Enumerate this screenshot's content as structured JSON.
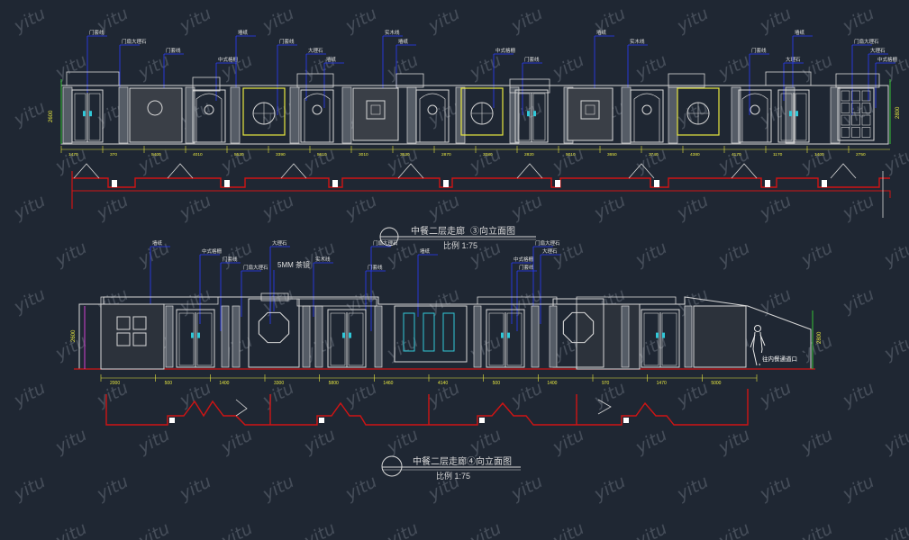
{
  "colors": {
    "background": "#1f2733",
    "line": "#d8d8d8",
    "plan": "#d01414",
    "dimension": "#e8e840",
    "leader": "#2a3cff",
    "callout_text": "#e0e0e0",
    "green": "#36c236",
    "magenta": "#d040d0",
    "cyan": "#30c8d8",
    "panel_fill": "#555c66"
  },
  "watermark": "yitu",
  "elevation_1": {
    "title": "中餐二层走廊",
    "view": "③向立面图",
    "scale": "比例 1:75",
    "height_left": "2600",
    "height_right": "2800",
    "dims": [
      "1470",
      "370",
      "5400",
      "4010",
      "5530",
      "3390",
      "5610",
      "3010",
      "3530",
      "2870",
      "3380",
      "2820",
      "5010",
      "3650",
      "3740",
      "4380",
      "4170",
      "1170",
      "1400",
      "2750"
    ],
    "callouts": [
      "门套线",
      "门扇大理石",
      "门套线",
      "中式格栅",
      "墙纸",
      "门套线",
      "大理石",
      "墙纸",
      "实木线",
      "墙纸",
      "中式格栅",
      "门套线",
      "墙纸",
      "实木线",
      "门套线",
      "大理石",
      "墙纸",
      "门扇大理石",
      "大理石",
      "中式格栅"
    ]
  },
  "elevation_2": {
    "title": "中餐二层走廊",
    "view": "④向立面图",
    "scale": "比例 1:75",
    "height_left": "2600",
    "height_right": "2800",
    "text_5mm": "5MM 茶镜",
    "exit_label": "往内餐通道口",
    "dims": [
      "2000",
      "500",
      "1400",
      "3300",
      "5800",
      "1460",
      "4140",
      "500",
      "1400",
      "970",
      "1470",
      "5000"
    ],
    "callouts": [
      "墙纸",
      "中式格栅",
      "门套线",
      "门扇大理石",
      "大理石",
      "5MM 茶镜",
      "实木线",
      "门套线",
      "门扇大理石",
      "墙纸",
      "中式格栅",
      "门套线",
      "门扇大理石",
      "大理石"
    ]
  }
}
